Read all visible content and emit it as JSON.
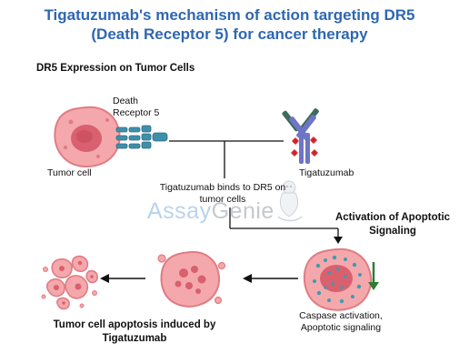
{
  "title": {
    "line1": "Tigatuzumab's mechanism of action targeting DR5",
    "line2": "(Death Receptor 5) for cancer therapy"
  },
  "labels": {
    "dr5_heading": "DR5 Expression on Tumor Cells",
    "death_receptor": "Death Receptor 5",
    "tumor_cell": "Tumor cell",
    "tigatuzumab": "Tigatuzumab",
    "binds": "Tigatuzumab binds to DR5 on tumor cells",
    "activation": "Activation of Apoptotic Signaling",
    "caspase": "Caspase activation, Apoptotic signaling",
    "apoptosis": "Tumor cell apoptosis induced by Tigatuzumab"
  },
  "watermark": {
    "part1": "Assay",
    "part2": "Genie"
  },
  "colors": {
    "title": "#2f67b2",
    "cell_fill": "#f4a8ab",
    "cell_stroke": "#e07c84",
    "nucleus": "#d9606e",
    "receptor": "#3f8fa8",
    "antibody_blue": "#6f74c7",
    "antibody_green": "#3d6b5c",
    "binding_red": "#d2232a",
    "down_arrow": "#2e7d32"
  },
  "icons": [
    "tumor-cell-icon",
    "death-receptor-icon",
    "antibody-icon",
    "apoptotic-cell-icon",
    "arrow-icon",
    "genie-icon"
  ]
}
